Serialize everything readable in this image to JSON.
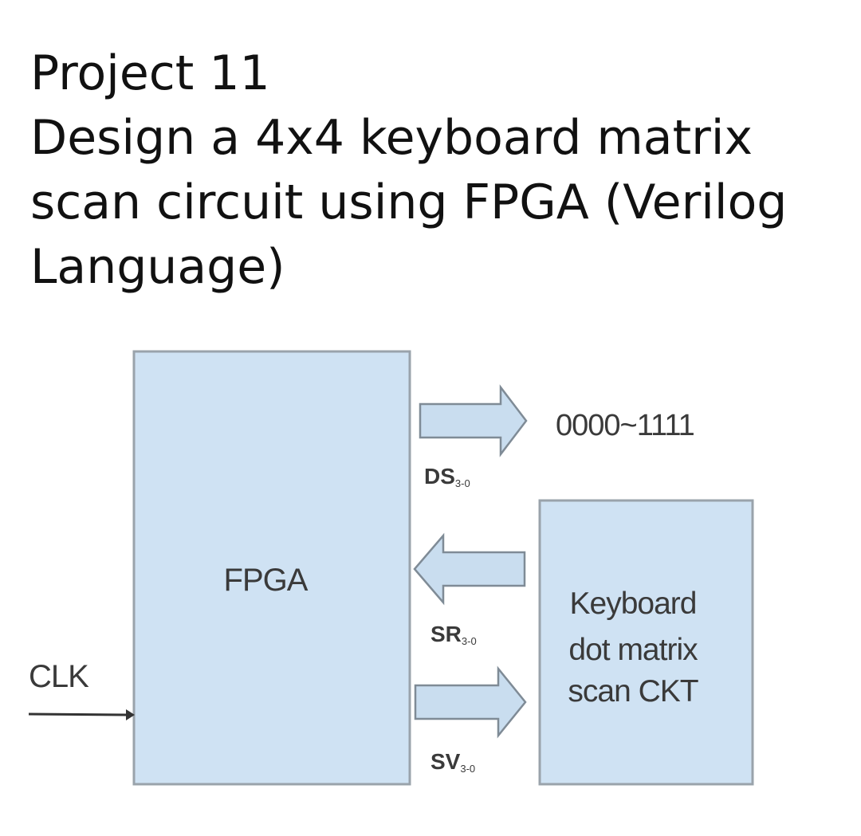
{
  "title": {
    "line1": "Project 11",
    "line2": "Design a 4x4 keyboard matrix",
    "line3": "scan circuit using FPGA (Verilog",
    "line4": "Language)"
  },
  "diagram": {
    "fpga_label": "FPGA",
    "keyboard_label": {
      "line1": "Keyboard",
      "line2": "dot matrix",
      "line3": "scan CKT"
    },
    "output_value": "0000~1111",
    "clk_label": "CLK",
    "ds_label": {
      "main": "DS",
      "sub": "3-0"
    },
    "sr_label": {
      "main": "SR",
      "sub": "3-0"
    },
    "sv_label": {
      "main": "SV",
      "sub": "3-0"
    },
    "colors": {
      "block_fill": "#cfe2f3",
      "block_stroke": "#9aa3ab",
      "arrow_fill": "#c9ddef",
      "arrow_stroke": "#7f8b96",
      "text": "#3a3a3a",
      "clk_line": "#333333"
    }
  }
}
